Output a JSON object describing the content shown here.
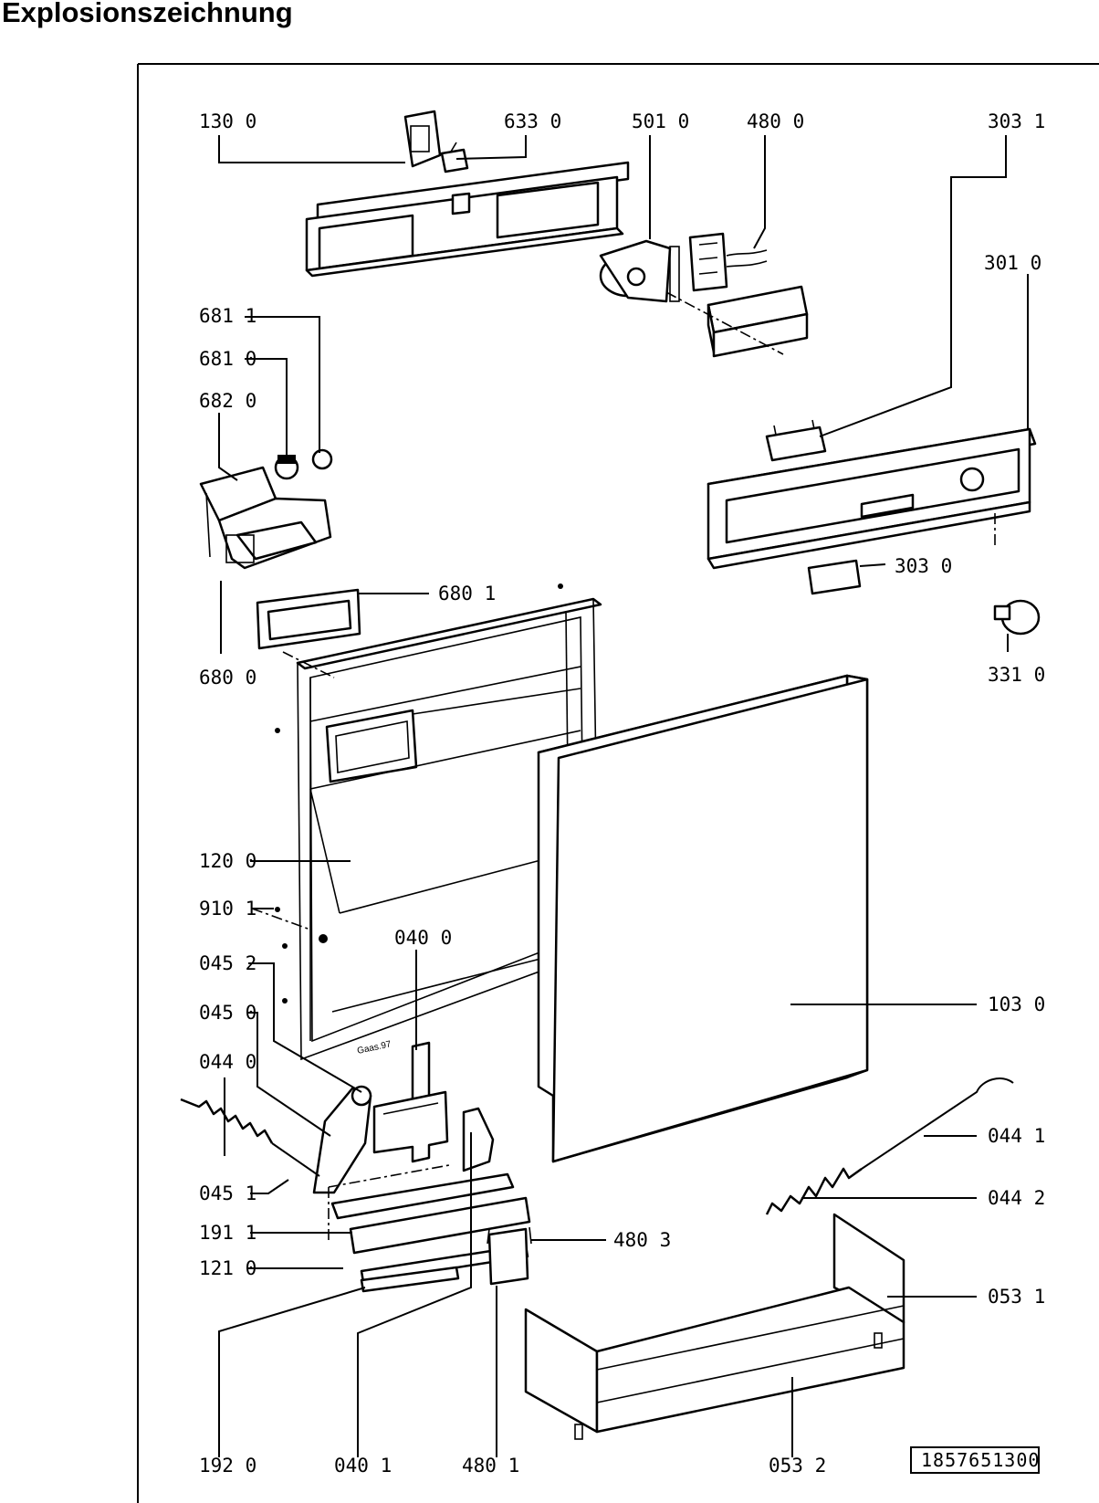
{
  "title": "Explosionszeichnung",
  "document_ref": "1857651300",
  "drawing_note": "Gaas.97",
  "labels": {
    "p130_0": "130 0",
    "p633_0": "633 0",
    "p501_0": "501 0",
    "p480_0": "480 0",
    "p303_1": "303 1",
    "p301_0": "301 0",
    "p681_1": "681 1",
    "p681_0": "681 0",
    "p682_0": "682 0",
    "p680_1": "680 1",
    "p303_0": "303 0",
    "p331_0": "331 0",
    "p680_0": "680 0",
    "p120_0": "120 0",
    "p910_1": "910 1",
    "p040_0": "040 0",
    "p045_2": "045 2",
    "p045_0": "045 0",
    "p044_0": "044 0",
    "p103_0": "103 0",
    "p044_1": "044 1",
    "p045_1": "045 1",
    "p044_2": "044 2",
    "p191_1": "191 1",
    "p480_3": "480 3",
    "p121_0": "121 0",
    "p053_1": "053 1",
    "p192_0": "192 0",
    "p040_1": "040 1",
    "p480_1": "480 1",
    "p053_2": "053 2"
  }
}
